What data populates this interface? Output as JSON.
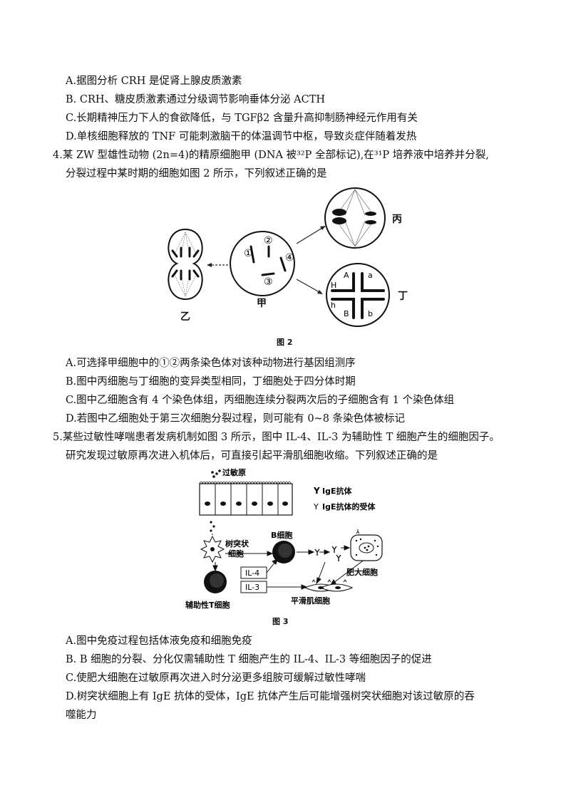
{
  "q3_options": {
    "a": "A.据图分析 CRH 是促肾上腺皮质激素",
    "b": "B.  CRH、糖皮质激素通过分级调节影响垂体分泌  ACTH",
    "c": "C.长期精神压力下人的食欲降低，与 TGFβ2 含量升高抑制肠神经元作用有关",
    "d": "D.单核细胞释放的 TNF  可能刺激脑干的体温调节中枢，导致炎症伴随着发热"
  },
  "q4": {
    "stem_line1": "4.某 ZW 型雄性动物  (2n=4)的精原细胞甲  (DNA  被³²P 全部标记),在³¹P 培养液中培养并分裂,",
    "stem_line2": "分裂过程中某时期的细胞如图 2 所示，下列叙述正确的是",
    "figure": {
      "caption": "图 2",
      "labels": {
        "cell_yi": "乙",
        "cell_jia": "甲",
        "cell_bing": "丙",
        "cell_ding": "丁"
      },
      "chromosome_numbers": [
        "①",
        "②",
        "③",
        "④"
      ],
      "gene_labels": {
        "A": "A",
        "a": "a",
        "B": "B",
        "b": "b",
        "H": "H",
        "h": "h"
      }
    },
    "options": {
      "a": "A.可选择甲细胞中的①②两条染色体对该种动物进行基因组测序",
      "b": "B.图中丙细胞与丁细胞的变异类型相同，丁细胞处于四分体时期",
      "c": "C.图中乙细胞含有 4 个染色体组，丙细胞连续分裂两次后的子细胞含有 1 个染色体组",
      "d": "D.若图中乙细胞处于第三次细胞分裂过程，则可能有 0~8 条染色体被标记"
    }
  },
  "q5": {
    "stem_line1": "5.某些过敏性哮喘患者发病机制如图 3 所示，图中 IL-4、IL-3 为辅助性 T 细胞产生的细胞因子。",
    "stem_line2": "研究发现过敏原再次进入机体后，可直接引起平滑肌细胞收缩。下列叙述正确的是",
    "figure": {
      "caption": "图 3",
      "labels": {
        "allergen": "过敏原",
        "legend_ige": "IgE抗体",
        "legend_receptor": "IgE抗体的受体",
        "dendritic_line1": "树突状",
        "dendritic_line2": "细胞",
        "b_cell": "B细胞",
        "il4": "IL-4",
        "il3": "IL-3",
        "mast_cell": "肥大细胞",
        "smooth_muscle": "平滑肌细胞",
        "helper_t": "辅助性T细胞"
      }
    },
    "options": {
      "a": "A.图中免疫过程包括体液免疫和细胞免疫",
      "b": "B.  B 细胞的分裂、分化仅需辅助性 T 细胞产生的 IL-4、IL-3 等细胞因子的促进",
      "c": "C.使肥大细胞在过敏原再次进入时分泌更多组胺可缓解过敏性哮喘",
      "d_line1": "D.树突状细胞上有 IgE  抗体的受体，IgE  抗体产生后可能增强树突状细胞对该过敏原的吞",
      "d_line2": "噬能力"
    }
  }
}
